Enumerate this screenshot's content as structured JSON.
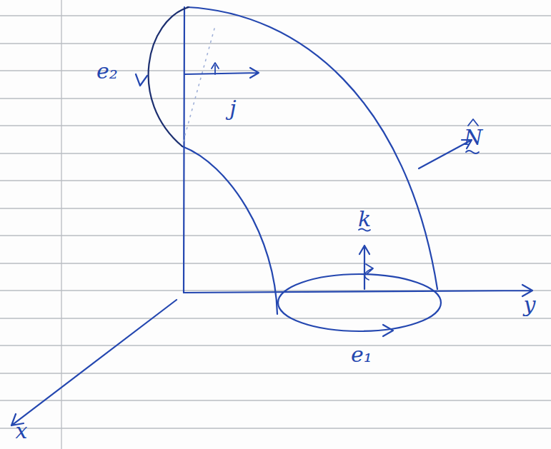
{
  "diagram": {
    "labels": [
      "e₂",
      "j",
      "N",
      "k",
      "e₁",
      "y",
      "x"
    ]
  }
}
